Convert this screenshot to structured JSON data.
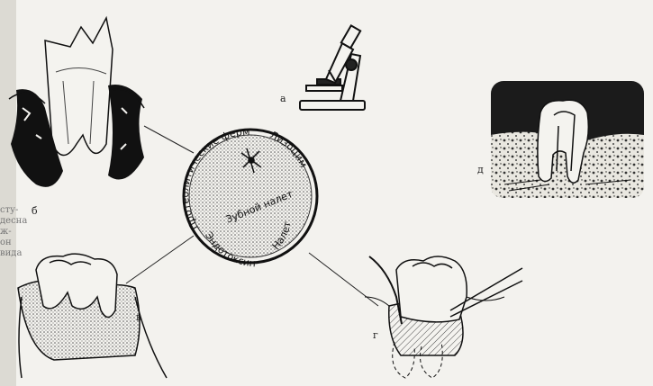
{
  "circle": {
    "enzymes_label": "Протеолитические ферменты",
    "lysozyme_label": "Лизоцим",
    "plaque_label": "Зубной налет",
    "endotoxin_label": "Эндотоксин",
    "film_label": "Налет"
  },
  "panels": {
    "a": "а",
    "b": "б",
    "v": "в",
    "g": "г",
    "d": "д"
  },
  "gutter": [
    "сту-",
    "десна",
    "ж-",
    "он",
    "вида"
  ]
}
